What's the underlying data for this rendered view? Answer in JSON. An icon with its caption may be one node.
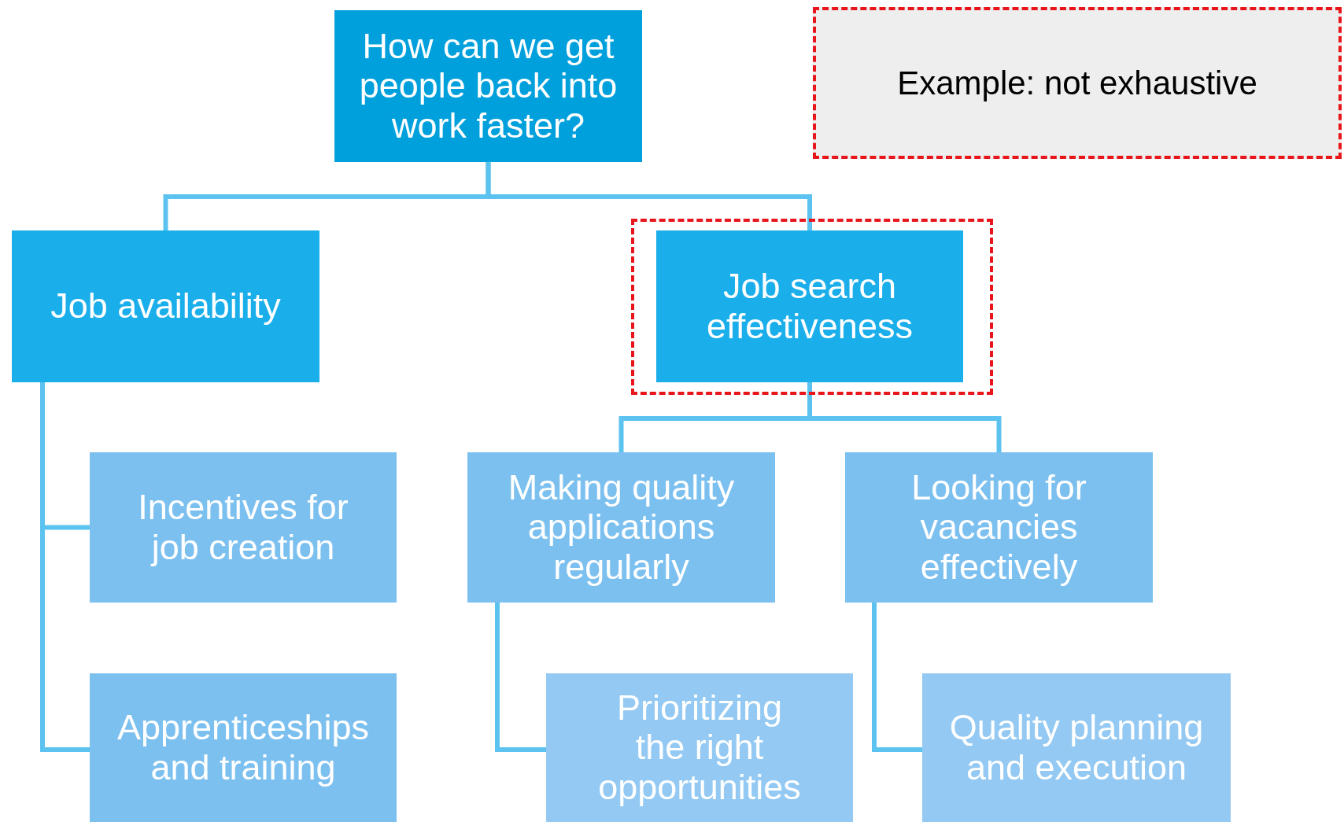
{
  "diagram": {
    "nodes": [
      {
        "text": [
          "How can we get people back into work faster?"
        ]
      },
      {
        "text": [
          "Example: not exhaustive"
        ]
      },
      {
        "text": [
          "Job availability"
        ]
      },
      {
        "text": [],
        "shape": "box"
      },
      {
        "text": [
          "Job search effectiveness"
        ],
        "in": 3
      },
      {
        "text": [
          "Incentives for job creation"
        ]
      },
      {
        "text": [
          "Making quality applications regularly"
        ]
      },
      {
        "text": [
          "Looking for vacancies effectively"
        ]
      },
      {
        "text": [
          "Apprenticeships and training"
        ]
      },
      {
        "text": [
          "Prioritizing the right opportunities"
        ]
      },
      {
        "text": [
          "Quality planning and execution"
        ]
      }
    ],
    "edges": [
      {
        "from": 0,
        "to": 2,
        "arrow": "none"
      },
      {
        "from": 0,
        "to": 4,
        "arrow": "none"
      },
      {
        "from": 4,
        "to": 6,
        "arrow": "none"
      },
      {
        "from": 4,
        "to": 7,
        "arrow": "none"
      },
      {
        "from": 2,
        "to": 5,
        "arrow": "none"
      },
      {
        "from": 2,
        "to": 8,
        "arrow": "none"
      },
      {
        "from": 6,
        "to": 9,
        "arrow": "none"
      },
      {
        "from": 7,
        "to": 10,
        "arrow": "none"
      }
    ]
  }
}
